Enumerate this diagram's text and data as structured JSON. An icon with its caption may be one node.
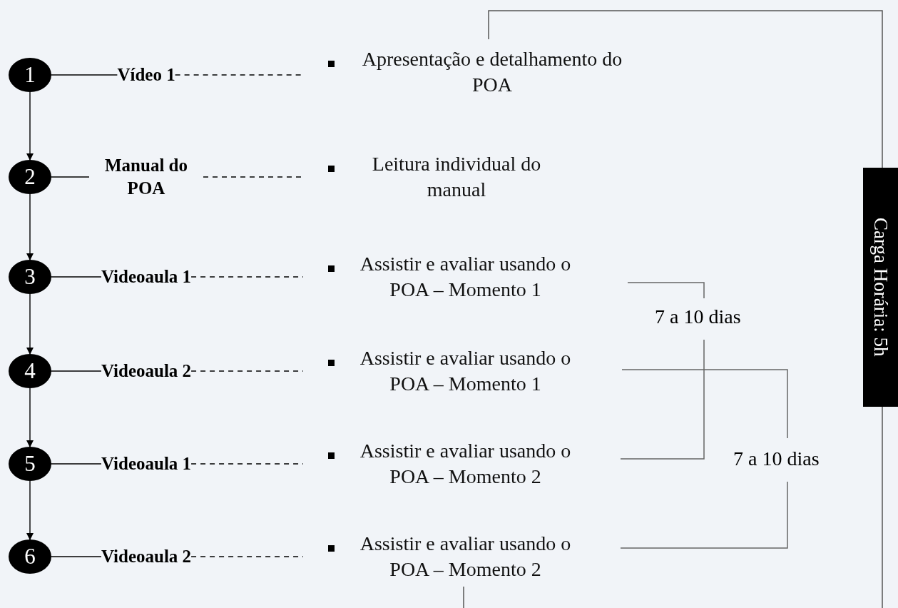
{
  "diagram": {
    "nodes": [
      {
        "text": [
          "1"
        ]
      },
      {
        "text": [
          "2"
        ]
      },
      {
        "text": [
          "3"
        ]
      },
      {
        "text": [
          "4"
        ]
      },
      {
        "text": [
          "5"
        ]
      },
      {
        "text": [
          "6"
        ]
      },
      {
        "text": [
          "Vídeo 1"
        ]
      },
      {
        "text": [
          "Manual do POA"
        ]
      },
      {
        "text": [
          "Videoaula 1"
        ]
      },
      {
        "text": [
          "Videoaula 2"
        ]
      },
      {
        "text": [
          "Videoaula 1"
        ]
      },
      {
        "text": [
          "Videoaula 2"
        ]
      },
      {
        "text": [
          "Apresentação e detalhamento do POA"
        ]
      },
      {
        "text": [
          "Leitura individual do manual"
        ]
      },
      {
        "text": [
          "Assistir e avaliar usando o POA – Momento 1"
        ]
      },
      {
        "text": [
          "Assistir e avaliar usando o POA – Momento 1"
        ]
      },
      {
        "text": [
          "Assistir e avaliar usando o POA – Momento 2"
        ]
      },
      {
        "text": [
          "Assistir e avaliar usando o POA – Momento 2"
        ]
      },
      {
        "text": [
          "Carga Horária: 5h"
        ]
      }
    ],
    "edges": [
      {
        "from": 0,
        "to": 1,
        "arrow": "to"
      },
      {
        "from": 1,
        "to": 2,
        "arrow": "to"
      },
      {
        "from": 2,
        "to": 3,
        "arrow": "to"
      },
      {
        "from": 3,
        "to": 4,
        "arrow": "to"
      },
      {
        "from": 4,
        "to": 5,
        "arrow": "to"
      },
      {
        "from": 0,
        "to": 6,
        "arrow": "none"
      },
      {
        "from": 1,
        "to": 7,
        "arrow": "none"
      },
      {
        "from": 2,
        "to": 8,
        "arrow": "none"
      },
      {
        "from": 3,
        "to": 9,
        "arrow": "none"
      },
      {
        "from": 4,
        "to": 10,
        "arrow": "none"
      },
      {
        "from": 5,
        "to": 11,
        "arrow": "none"
      },
      {
        "from": 6,
        "to": 12,
        "arrow": "none",
        "style": "dashed"
      },
      {
        "from": 7,
        "to": 13,
        "arrow": "none",
        "style": "dashed"
      },
      {
        "from": 8,
        "to": 14,
        "arrow": "none",
        "style": "dashed"
      },
      {
        "from": 9,
        "to": 15,
        "arrow": "none",
        "style": "dashed"
      },
      {
        "from": 10,
        "to": 16,
        "arrow": "none",
        "style": "dashed"
      },
      {
        "from": 11,
        "to": 17,
        "arrow": "none",
        "style": "dashed"
      }
    ],
    "labels": [
      "7 a 10 dias",
      "7 a 10 dias"
    ]
  }
}
